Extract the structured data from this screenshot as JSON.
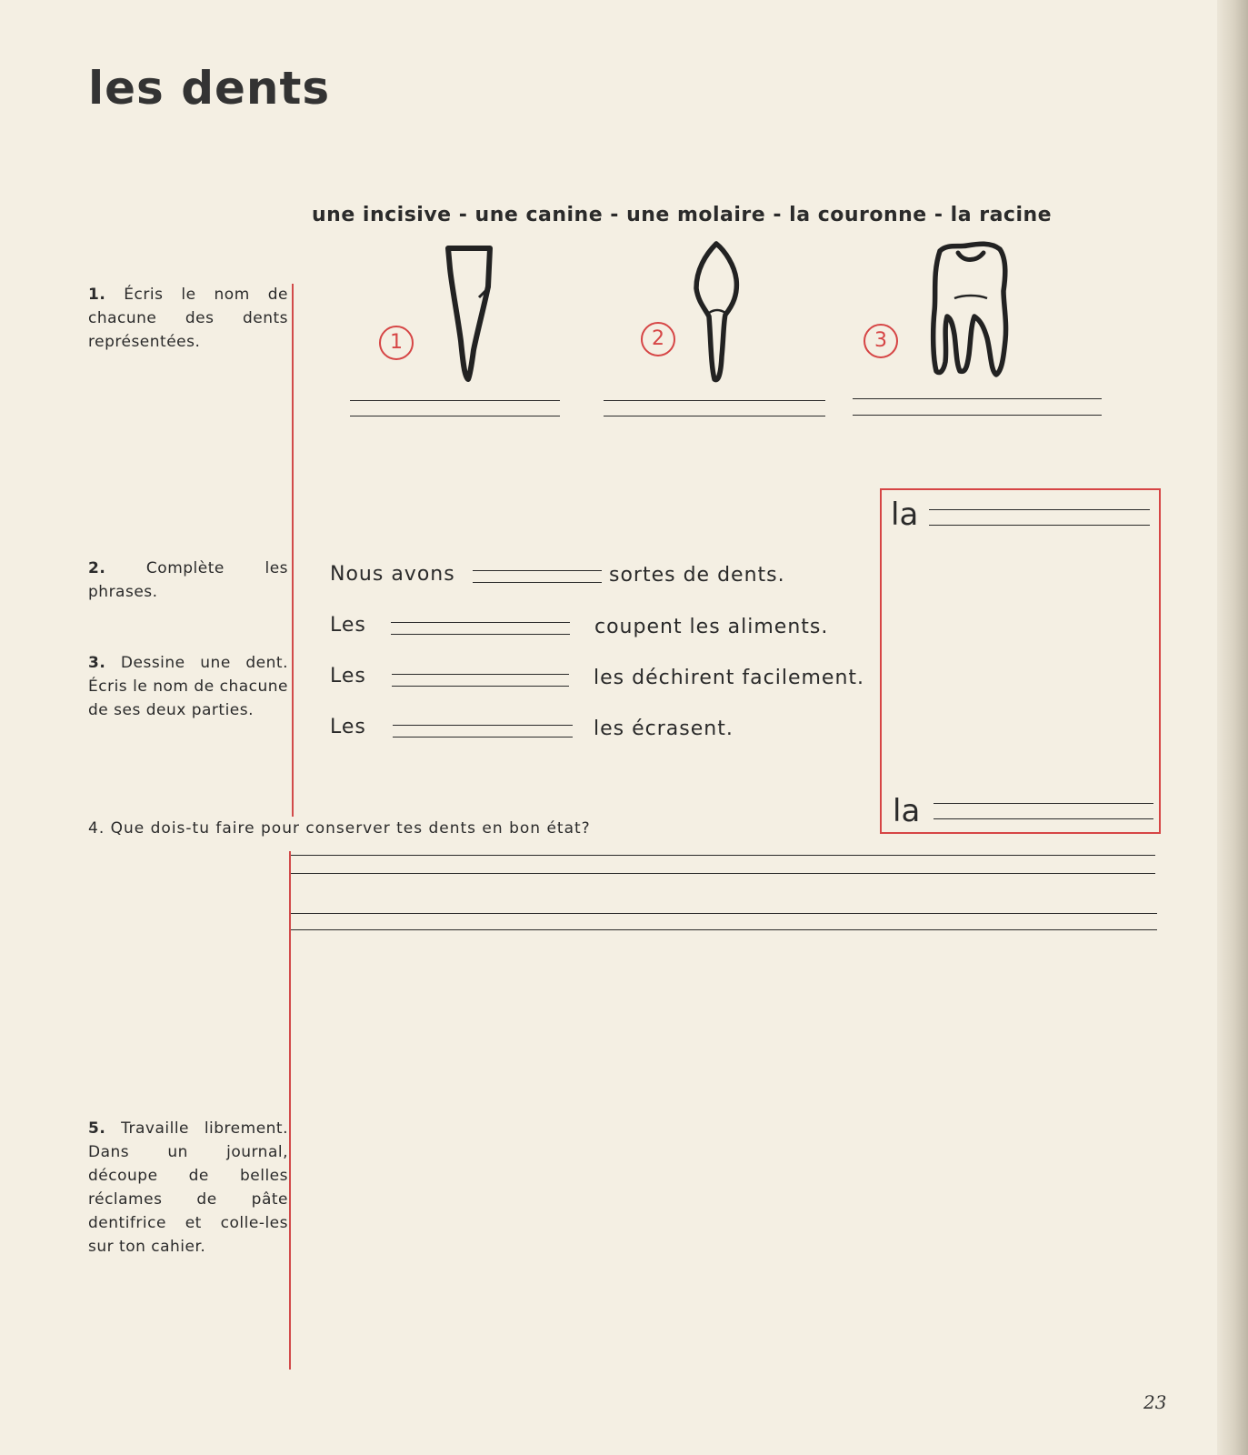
{
  "title": "les dents",
  "vocabulary": "une incisive - une canine - une molaire - la couronne - la racine",
  "instructions": {
    "q1": {
      "num": "1.",
      "text": "Écris le nom de chacune des dents représentées."
    },
    "q2": {
      "num": "2.",
      "text": "Complète les phrases."
    },
    "q3": {
      "num": "3.",
      "text": "Dessine une dent. Écris le nom de chacune de ses deux parties."
    },
    "q4": "4. Que dois-tu faire pour conserver tes dents en bon état?",
    "q5": {
      "num": "5.",
      "text": "Travaille librement. Dans un journal, découpe de belles réclames de pâte dentifrice et colle-les sur ton cahier."
    }
  },
  "teeth": [
    {
      "num": "1",
      "icon": "incisor-tooth-icon"
    },
    {
      "num": "2",
      "icon": "canine-tooth-icon"
    },
    {
      "num": "3",
      "icon": "molar-tooth-icon"
    }
  ],
  "sentences": [
    {
      "start": "Nous avons",
      "end": "sortes de dents."
    },
    {
      "start": "Les",
      "end": "coupent les aliments."
    },
    {
      "start": "Les",
      "end": "les déchirent facilement."
    },
    {
      "start": "Les",
      "end": "les écrasent."
    }
  ],
  "drawing_box": {
    "top_label": "la",
    "bottom_label": "la"
  },
  "page_number": "23",
  "colors": {
    "accent_red": "#d64545",
    "paper": "#f4efe3",
    "ink": "#2a2a2a"
  }
}
